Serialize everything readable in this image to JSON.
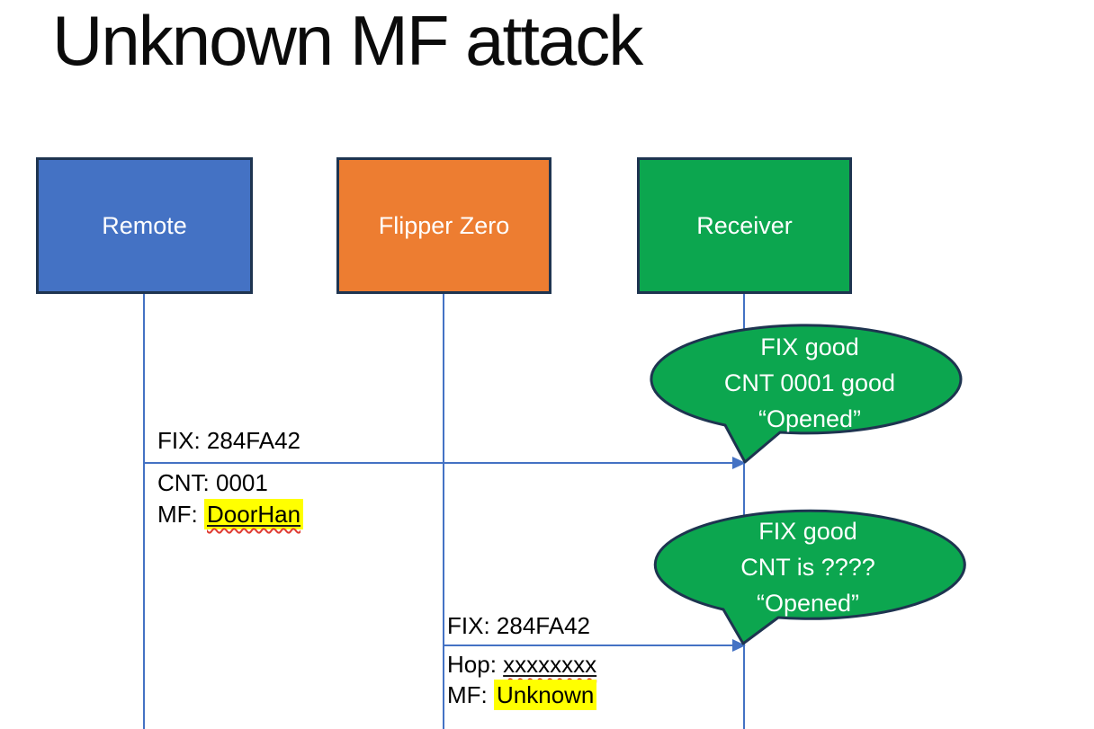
{
  "title": "Unknown MF attack",
  "colors": {
    "remote_fill": "#4472c4",
    "flipper_fill": "#ed7d31",
    "receiver_fill": "#0ca64f",
    "shape_border": "#1e3450",
    "line_blue": "#4472c4",
    "highlight_yellow": "#ffff00",
    "squiggle_red": "#e03c31",
    "bubble_fill": "#0ca64f"
  },
  "actors": [
    {
      "label": "Remote"
    },
    {
      "label": "Flipper Zero"
    },
    {
      "label": "Receiver"
    }
  ],
  "messages": [
    {
      "above": "FIX: 284FA42",
      "below1": "CNT: 0001",
      "below2_prefix": "MF: ",
      "below2_value": "DoorHan"
    },
    {
      "above": "FIX: 284FA42",
      "below1_prefix": "Hop: ",
      "below1_value": "xxxxxxxx",
      "below2_prefix": "MF: ",
      "below2_value": "Unknown"
    }
  ],
  "bubbles": [
    {
      "lines": [
        "FIX good",
        "CNT 0001 good",
        "“Opened”"
      ]
    },
    {
      "lines": [
        "FIX good",
        "CNT is ????",
        "“Opened”"
      ]
    }
  ]
}
